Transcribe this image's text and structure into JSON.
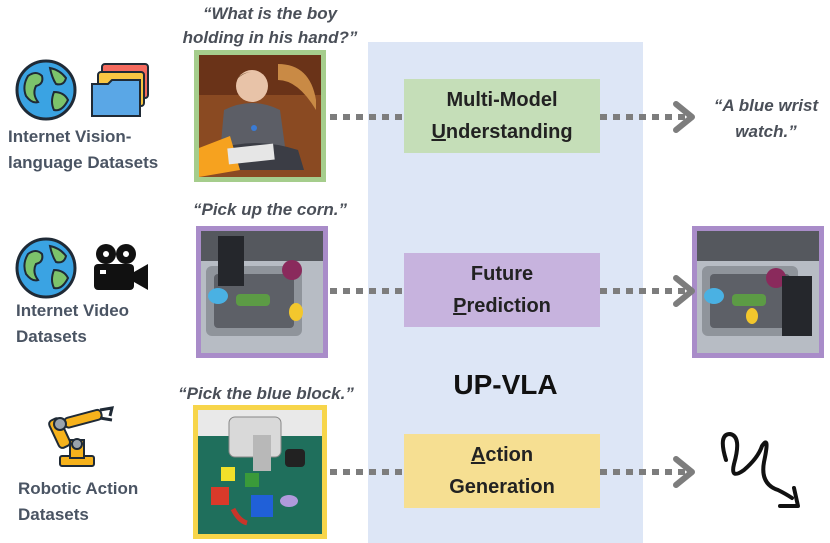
{
  "panel": {
    "title": "UP-VLA",
    "bg_color": "#dde6f6"
  },
  "rows": [
    {
      "question": [
        "“What is the boy",
        "holding in his hand?”"
      ],
      "source_label": [
        "Internet Vision-",
        "language Datasets"
      ],
      "source_icons": [
        "globe-icon",
        "folders-icon"
      ],
      "box": {
        "line1": "Multi-Model",
        "line2_first": "U",
        "line2_rest": "nderstanding",
        "color": "#c5deb8"
      },
      "output": [
        "“A blue wrist",
        "watch.”"
      ],
      "border_color": "#a5cd8c"
    },
    {
      "question": [
        "“Pick up the corn.”"
      ],
      "source_label": [
        "Internet Video",
        "Datasets"
      ],
      "source_icons": [
        "globe-icon",
        "video-camera-icon"
      ],
      "box": {
        "line1": "Future",
        "line2_first": "P",
        "line2_rest": "rediction",
        "color": "#c7b3de"
      },
      "output_icon": "robot-kitchen-frame",
      "border_color": "#a98cc9"
    },
    {
      "question": [
        "“Pick the blue block.”"
      ],
      "source_label": [
        "Robotic Action",
        "Datasets"
      ],
      "source_icons": [
        "robot-arm-icon"
      ],
      "box": {
        "line1_first": "A",
        "line1_rest": "ction",
        "line2": "Generation",
        "color": "#f6df92"
      },
      "output_icon": "trajectory-arrow-icon",
      "border_color": "#f7d54a"
    }
  ]
}
